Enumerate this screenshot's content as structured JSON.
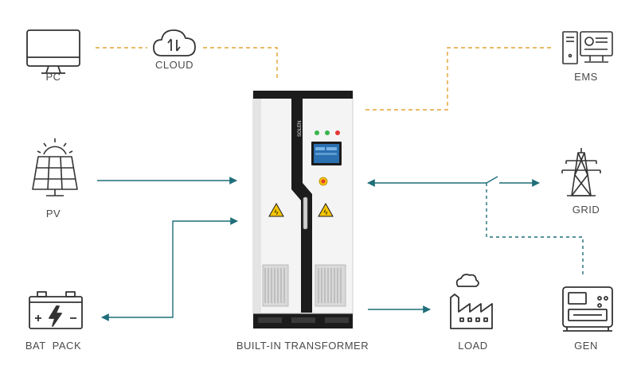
{
  "labels": {
    "pc": "PC",
    "cloud": "CLOUD",
    "ems": "EMS",
    "pv": "PV",
    "grid": "GRID",
    "bat_pack": "BAT  PACK",
    "transformer": "BUILT-IN TRANSFORMER",
    "load": "LOAD",
    "gen": "GEN"
  },
  "cabinet": {
    "brand": "SOLEN"
  },
  "colors": {
    "power_line": "#1f6e7a",
    "comm_line": "#e2a433",
    "icon_stroke": "#333333",
    "cabinet_body": "#f4f4f4",
    "cabinet_trim": "#1c1c1c",
    "warning": "#f5c400"
  },
  "icons": [
    "pc-icon",
    "cloud-icon",
    "ems-icon",
    "pv-panel-icon",
    "grid-tower-icon",
    "battery-icon",
    "factory-load-icon",
    "generator-icon"
  ]
}
